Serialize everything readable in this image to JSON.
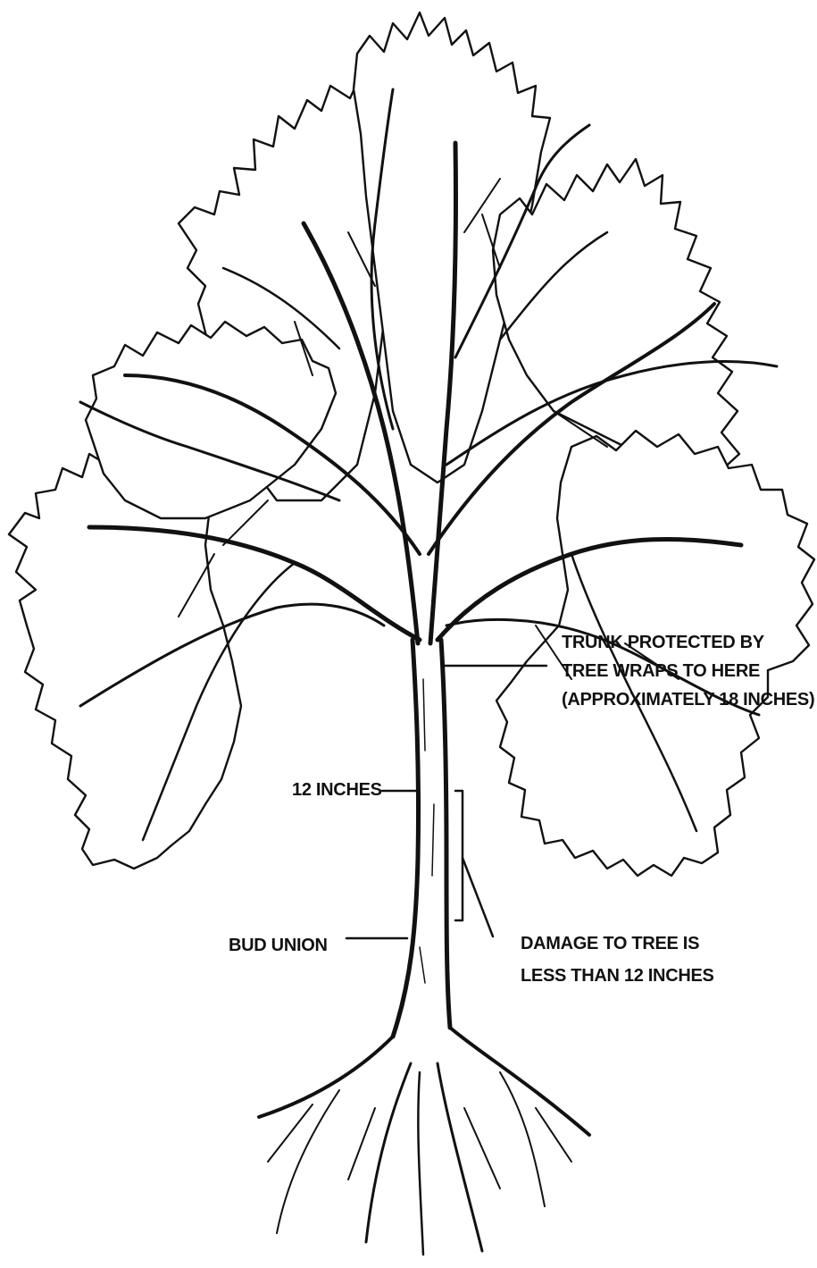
{
  "diagram": {
    "labels": {
      "trunk_protected": [
        "TRUNK PROTECTED BY",
        "TREE WRAPS TO HERE",
        "(APPROXIMATELY 18 INCHES)"
      ],
      "twelve_inches": "12 INCHES",
      "bud_union": "BUD UNION",
      "damage": [
        "DAMAGE TO TREE IS",
        "LESS THAN 12 INCHES"
      ]
    },
    "icons": {
      "tree": "tree-illustration-icon",
      "roots": "roots-icon"
    },
    "colors": {
      "ink": "#111111",
      "background": "#ffffff"
    }
  }
}
